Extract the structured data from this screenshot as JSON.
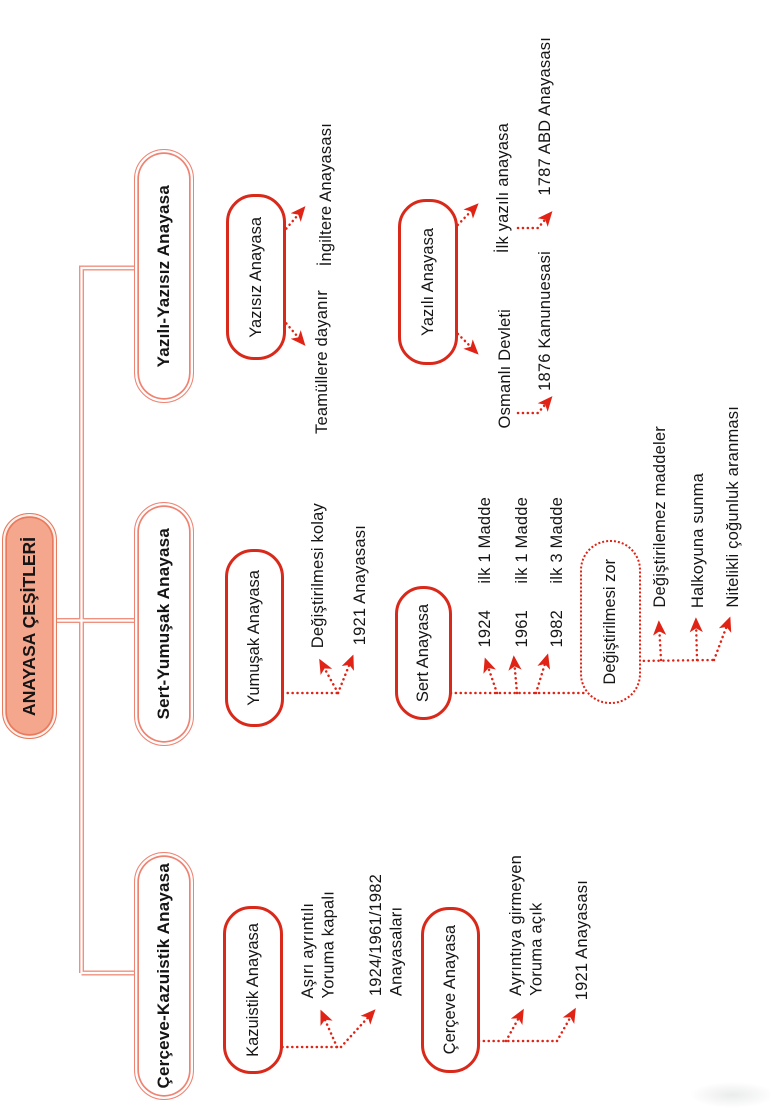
{
  "title": "ANAYASA ÇEŞİTLERİ",
  "colors": {
    "red": "#e02315",
    "oval_red": "#d8291b",
    "salmon_line": "#f0907e",
    "root_fill": "#f5a78e",
    "root_border": "#e87a5e",
    "branch_border": "#ee8372",
    "text": "#151515"
  },
  "branches": [
    {
      "label": "Yazılı-Yazısız Anayasa",
      "nodes": [
        {
          "label": "Yazısız Anayasa",
          "children": [
            {
              "lines": [
                "Teamüllere dayanır"
              ]
            },
            {
              "lines": [
                "İngiltere Anayasası"
              ]
            }
          ]
        },
        {
          "label": "Yazılı Anayasa",
          "children": [
            {
              "lines": [
                "Osmanlı Devleti"
              ],
              "leads_to": {
                "lines": [
                  "1876 Kanunuesasi"
                ]
              }
            },
            {
              "lines": [
                "İlk yazılı anayasa"
              ],
              "leads_to": {
                "lines": [
                  "1787 ABD Anayasası"
                ]
              }
            }
          ]
        }
      ]
    },
    {
      "label": "Sert-Yumuşak Anayasa",
      "nodes": [
        {
          "label": "Yumuşak Anayasa",
          "children": [
            {
              "lines": [
                "Değiştirilmesi kolay"
              ]
            },
            {
              "lines": [
                "1921 Anayasası"
              ]
            }
          ]
        },
        {
          "label": "Sert Anayasa",
          "children": [
            {
              "year": "1924",
              "note": "ilk 1 Madde"
            },
            {
              "year": "1961",
              "note": "ilk 1 Madde"
            },
            {
              "year": "1982",
              "note": "ilk 3 Madde"
            }
          ],
          "subnode": {
            "label": "Değiştirilmesi zor",
            "children": [
              {
                "lines": [
                  "Değiştirilemez maddeler"
                ]
              },
              {
                "lines": [
                  "Halkoyuna sunma"
                ]
              },
              {
                "lines": [
                  "Nitelikli çoğunluk aranması"
                ]
              }
            ]
          }
        }
      ]
    },
    {
      "label": "Çerçeve-Kazuistik Anayasa",
      "nodes": [
        {
          "label": "Kazuistik Anayasa",
          "children": [
            {
              "lines": [
                "Aşırı ayrıntılı",
                "Yoruma kapalı"
              ]
            },
            {
              "lines": [
                "1924/1961/1982",
                "Anayasaları"
              ]
            }
          ]
        },
        {
          "label": "Çerçeve Anayasa",
          "children": [
            {
              "lines": [
                "Ayrıntıya girmeyen",
                "Yoruma açık"
              ]
            },
            {
              "lines": [
                "1921 Anayasası"
              ]
            }
          ]
        }
      ]
    }
  ]
}
